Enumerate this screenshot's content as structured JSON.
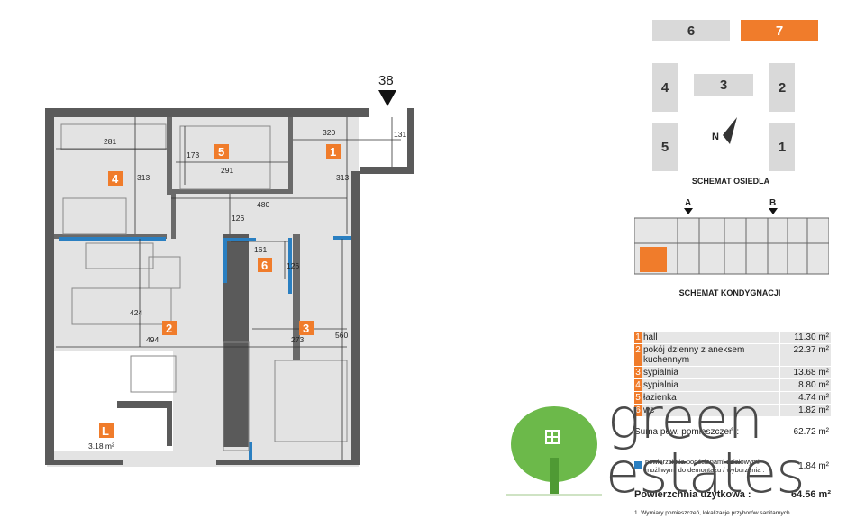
{
  "plan": {
    "entrance_marker": "38",
    "rooms": [
      {
        "no": "1"
      },
      {
        "no": "2"
      },
      {
        "no": "3"
      },
      {
        "no": "4"
      },
      {
        "no": "5"
      },
      {
        "no": "6"
      }
    ],
    "balcony": {
      "label": "L",
      "area": "3.18 m²"
    },
    "dimensions": [
      "281",
      "313",
      "173",
      "291",
      "320",
      "131",
      "313",
      "480",
      "126",
      "161",
      "126",
      "424",
      "494",
      "273",
      "560"
    ]
  },
  "site_schema": {
    "buildings": [
      "6",
      "7",
      "4",
      "3",
      "2",
      "5",
      "1"
    ],
    "north": "N",
    "caption": "SCHEMAT OSIEDLA"
  },
  "floor_schema": {
    "staircases": [
      "A",
      "B"
    ],
    "caption": "SCHEMAT KONDYGNACJI"
  },
  "room_table": [
    {
      "no": "1",
      "name": "hall",
      "area": "11.30 m²"
    },
    {
      "no": "2",
      "name": "pokój dzienny z aneksem kuchennym",
      "area": "22.37 m²"
    },
    {
      "no": "3",
      "name": "sypialnia",
      "area": "13.68 m²"
    },
    {
      "no": "4",
      "name": "sypialnia",
      "area": "8.80 m²"
    },
    {
      "no": "5",
      "name": "łazienka",
      "area": "4.74 m²"
    },
    {
      "no": "6",
      "name": "wc",
      "area": "1.82 m²"
    }
  ],
  "sum": {
    "label": "Suma pow. pomieszczeń :",
    "value": "62.72 m²"
  },
  "walls_note": {
    "text": "powierzchnia podścianami działowymi możliwymi do demontażu / wyburzenia :",
    "value": "1.84 m²"
  },
  "usable": {
    "label": "Powierzchnia użytkowa :",
    "value": "64.56 m²"
  },
  "footnote": "1. Wymiary pomieszczeń, lokalizacje przyborów sanitarnych",
  "logo": {
    "line1": "green",
    "line2": "estates"
  },
  "colors": {
    "accent": "#f07c2b",
    "wall": "#555555",
    "blue": "#2a7fc1",
    "tree": "#6cb94a"
  }
}
